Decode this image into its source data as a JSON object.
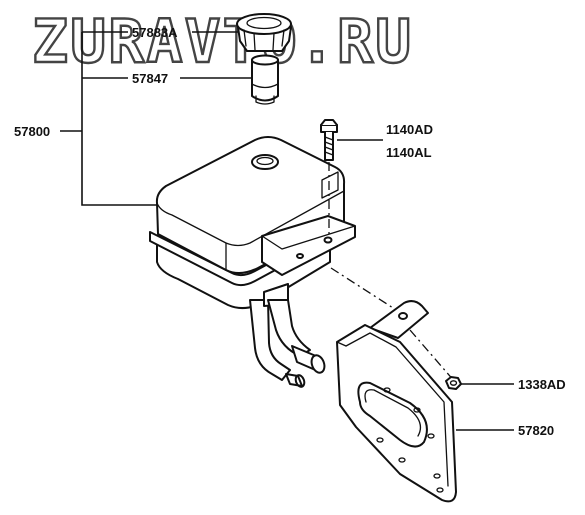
{
  "watermark": "ZURAVTO.RU",
  "callouts": {
    "reservoir_assembly": "57800",
    "filler_cap": "57883A",
    "filler_neck": "57847",
    "bolt_a": "1140AD",
    "bolt_b": "1140AL",
    "nut": "1338AD",
    "bracket": "57820"
  }
}
